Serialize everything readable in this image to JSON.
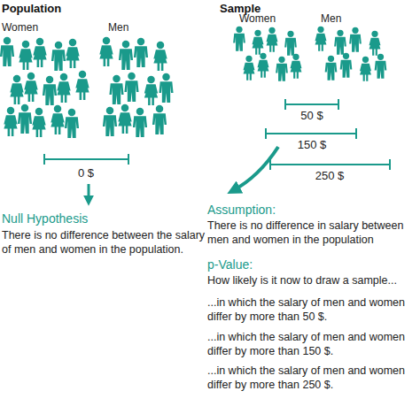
{
  "diagram": {
    "labels": [
      "Population",
      "Women",
      "Men",
      "0 $",
      "Null Hypothesis",
      "There is no difference between the salary of men and women in the population.",
      "Sample",
      "Women",
      "Men",
      "50 $",
      "150 $",
      "250 $",
      "Assumption:",
      "There is no difference in salary between men and women in the population",
      "p-Value:",
      "How likely is it now to draw a sample...",
      "...in which the salary of men and women differ by more than 50 $.",
      "...in which the salary of men and women differ by more than 150 $.",
      "...in which the salary of men and women differ by more than 250 $."
    ]
  }
}
